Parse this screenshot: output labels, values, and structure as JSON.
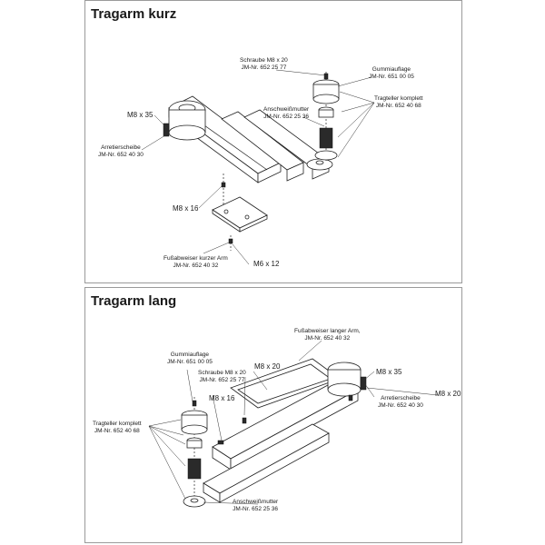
{
  "kurz": {
    "title": "Tragarm kurz",
    "schraube_title": "Schraube M8 x 20",
    "schraube_nr": "JM-Nr. 652 25 77",
    "gummi_title": "Gummiauflage",
    "gummi_nr": "JM-Nr. 651 00 05",
    "anschweiss_title": "Anschweißmutter",
    "anschweiss_nr": "JM-Nr. 652 25 36",
    "tragteller_title": "Tragteller komplett",
    "tragteller_nr": "JM-Nr. 652 40 68",
    "m8x35": "M8 x 35",
    "arretier_title": "Arretierscheibe",
    "arretier_nr": "JM-Nr. 652 40 30",
    "m8x16": "M8 x 16",
    "fuss_title": "Fußabweiser kurzer Arm",
    "fuss_nr": "JM-Nr. 652 40 32",
    "m6x12": "M6 x 12"
  },
  "lang": {
    "title": "Tragarm lang",
    "fuss_title": "Fußabweiser langer Arm,",
    "fuss_nr": "JM-Nr. 652 40 32",
    "gummi_title": "Gummiauflage",
    "gummi_nr": "JM-Nr. 651 00 05",
    "m8x20": "M8 x 20",
    "schraube_title": "Schraube M8 x 20",
    "schraube_nr": "JM-Nr. 652 25 77",
    "m8x35": "M8 x 35",
    "m8x16": "M8 x 16",
    "arretier_title": "Arretierscheibe",
    "arretier_nr": "JM-Nr. 652 40 30",
    "m8x20_right": "M8 x 20",
    "tragteller_title": "Tragteller komplett",
    "tragteller_nr": "JM-Nr. 652 40 68",
    "anschweiss_title": "Anschweißmutter",
    "anschweiss_nr": "JM-Nr. 652 25 36"
  }
}
